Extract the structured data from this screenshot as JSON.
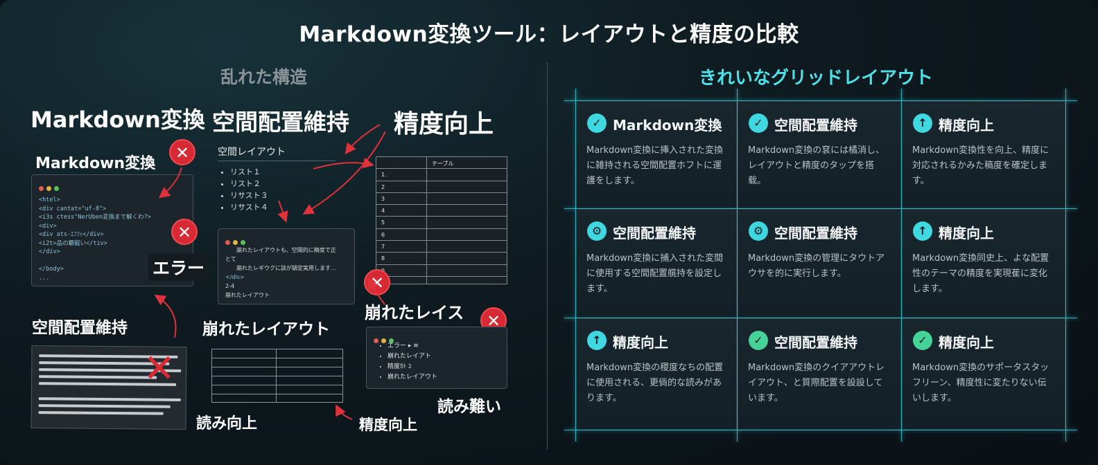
{
  "title": "Markdown変換ツール：レイアウトと精度の比較",
  "left": {
    "section_title": "乱れた構造",
    "heading_1": "Markdown変換",
    "heading_2": "空間配置維持",
    "heading_3": "精度向上",
    "panel1_title": "Markdown変換",
    "code_lines": [
      "<htel>",
      "  <div cantat=\"uf-8\">",
      "    <i3s ctess\"NerUben変換まで解くわ?>",
      "<div>",
      "    <div ats-ｴﾌﾌｯ</div>",
      "    <i2t>品の覇龍い</tiv>",
      "  </div>",
      "",
      "</body>",
      "..."
    ],
    "error_label": "エラー",
    "outline_title": "空間レイアウト",
    "outline_items": [
      "リスト１",
      "リスト２",
      "リサスト３",
      "リサスト４"
    ],
    "table_header": "テーブル",
    "table_rows": [
      "1.",
      "2",
      "3",
      "4",
      "5",
      "6",
      "7",
      "8",
      "9",
      ""
    ],
    "middle_panel_lines": [
      "崩れたレイアウトも、空間的に精度で正",
      "とて",
      "崩れたレギウクに該が穎定実用します…",
      "</dls>",
      "2-4",
      "崩れたレイアウト"
    ],
    "label_space": "空間配置維持",
    "label_broken_layout": "崩れたレイアウト",
    "label_broken_race": "崩れたレイス",
    "bullet_items": [
      "エラー ▸ ≋",
      "崩れたレイアト",
      "精度ｶﾄ ﾕ",
      "崩れたレイアウト"
    ],
    "label_readable": "読み向上",
    "label_precision": "精度向上",
    "label_hard_to_read": "読み難い"
  },
  "right": {
    "section_title": "きれいなグリッドレイアウト",
    "cards": [
      {
        "icon": "check-icon",
        "color": "#3fd8e0",
        "title": "Markdown変換",
        "body": "Markdown変換に挿入された変換に雑持される空間配置ホフトに運護をします。"
      },
      {
        "icon": "check-icon",
        "color": "#3fd8e0",
        "title": "空間配置維持",
        "body": "Markdown変換の袞には橘消し、レイアウトと精度のタップを搭载。"
      },
      {
        "icon": "arrow-up-icon",
        "color": "#3fd8e0",
        "title": "精度向上",
        "body": "Markdown変換性を向上、精度に対応されるかみた稿度を確定します。"
      },
      {
        "icon": "gear-icon",
        "color": "#3fd8e0",
        "title": "空間配置維持",
        "body": "Markdown変換に捕入された変間に使用する空間配置艞持を設定します。"
      },
      {
        "icon": "gear-icon",
        "color": "#3fd8e0",
        "title": "空間配置維持",
        "body": "Markdown変換の管理にタウトアウサを的に実行します。"
      },
      {
        "icon": "arrow-up-icon",
        "color": "#3fd8e0",
        "title": "精度向上",
        "body": "Markdown変換同史上、よな配置性のテーマの精度を実現萑に変化します。"
      },
      {
        "icon": "arrow-up-icon",
        "color": "#3fd8e0",
        "title": "精度向上",
        "body": "Markdown変換の稷度なちの配置に使用される、更倘的な読みがあります。"
      },
      {
        "icon": "check-icon",
        "color": "#46d39a",
        "title": "空間配置維持",
        "body": "Markdown変換のクイアアウトレイアウト、と質際配置を設設しています。"
      },
      {
        "icon": "check-icon",
        "color": "#46d39a",
        "title": "精度向上",
        "body": "Markdown変換のサポータスタッフリーン、精度性に変たりない伝いします。"
      }
    ]
  },
  "colors": {
    "accent": "#4fe0e8",
    "error": "#d72a35",
    "success": "#46d39a"
  }
}
